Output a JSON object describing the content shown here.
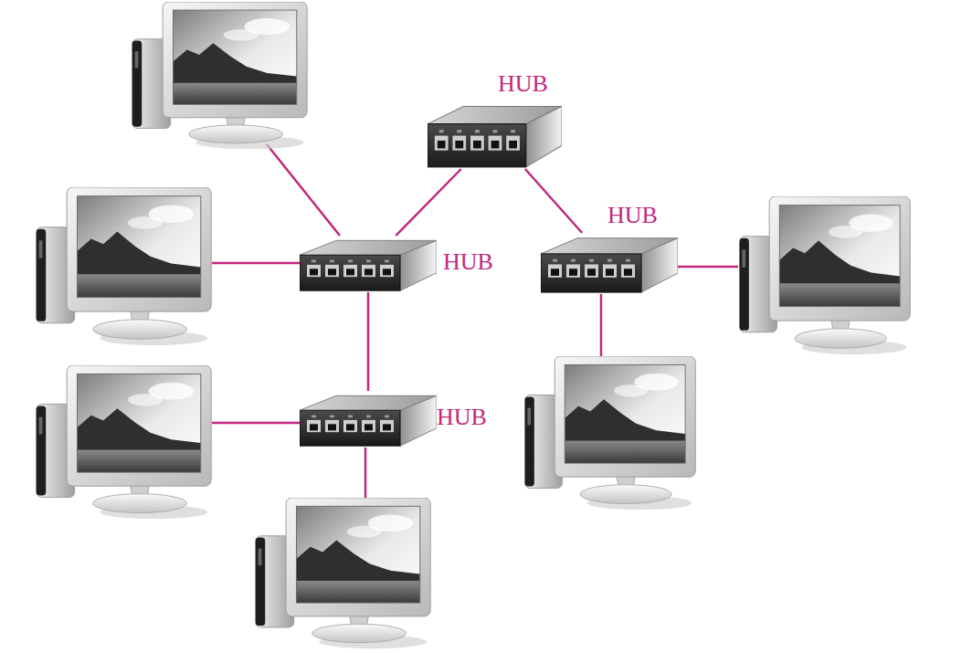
{
  "diagram": {
    "nodes": [
      {
        "text": [
          "HUB"
        ]
      },
      {
        "text": [
          "HUB"
        ]
      },
      {
        "text": [
          "HUB"
        ]
      },
      {
        "text": [
          "HUB"
        ]
      }
    ],
    "edges": [
      {
        "from": 1,
        "to": 0,
        "arrow": "none"
      },
      {
        "from": 0,
        "to": 2,
        "arrow": "none"
      },
      {
        "from": 1,
        "to": 3,
        "arrow": "none"
      }
    ]
  }
}
